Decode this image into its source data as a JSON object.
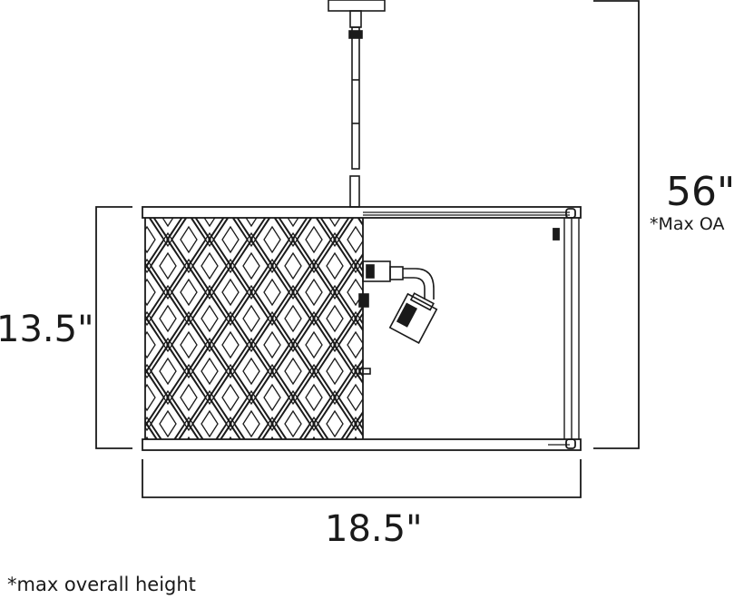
{
  "product": {
    "height": "13.5\"",
    "width": "18.5\"",
    "overall_height": "56\"",
    "overall_height_note": "*Max OA",
    "footnote": "*max overall height"
  },
  "colors": {
    "line": "#1a1a1a",
    "background": "#ffffff"
  }
}
